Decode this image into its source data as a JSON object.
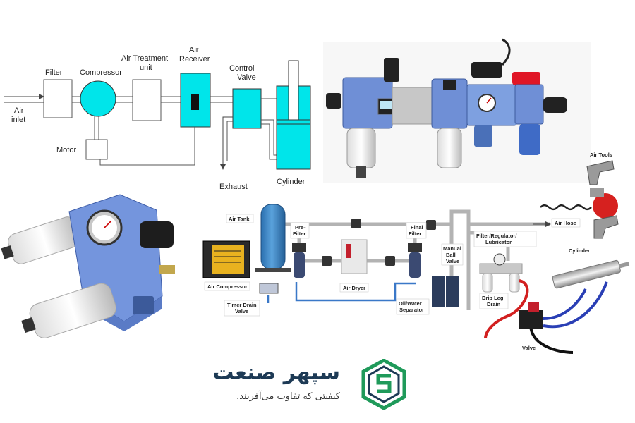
{
  "schematic": {
    "air_inlet": "Air\ninlet",
    "filter": "Filter",
    "compressor": "Compressor",
    "air_treatment": "Air Treatment\nunit",
    "air_receiver": "Air\nReceiver",
    "control_valve": "Control\nValve",
    "motor": "Motor",
    "exhaust": "Exhaust",
    "cylinder": "Cylinder"
  },
  "system": {
    "air_tank": "Air Tank",
    "pre_filter": "Pre-\nFilter",
    "final_filter": "Final\nFilter",
    "filter_regulator": "Filter/Regulator/\nLubricator",
    "air_tools": "Air Tools",
    "air_hose": "Air Hose",
    "cylinder": "Cylinder",
    "air_compressor": "Air Compressor",
    "air_dryer": "Air Dryer",
    "manual_ball_valve": "Manual\nBall\nValve",
    "timer_drain_valve": "Timer Drain\nValve",
    "oil_water_separator": "Oil/Water\nSeparator",
    "drip_leg_drain": "Drip Leg\nDrain",
    "valve": "Valve"
  },
  "brand": {
    "name": "سپهر صنعت",
    "tagline": "کیفیتی که تفاوت می‌آفریند."
  },
  "colors": {
    "cyan": "#00e5ea",
    "module_blue": "#6f8fd6",
    "tank_blue": "#3d86c6",
    "brand_navy": "#1d3a55",
    "brand_green": "#1f9a5a"
  }
}
